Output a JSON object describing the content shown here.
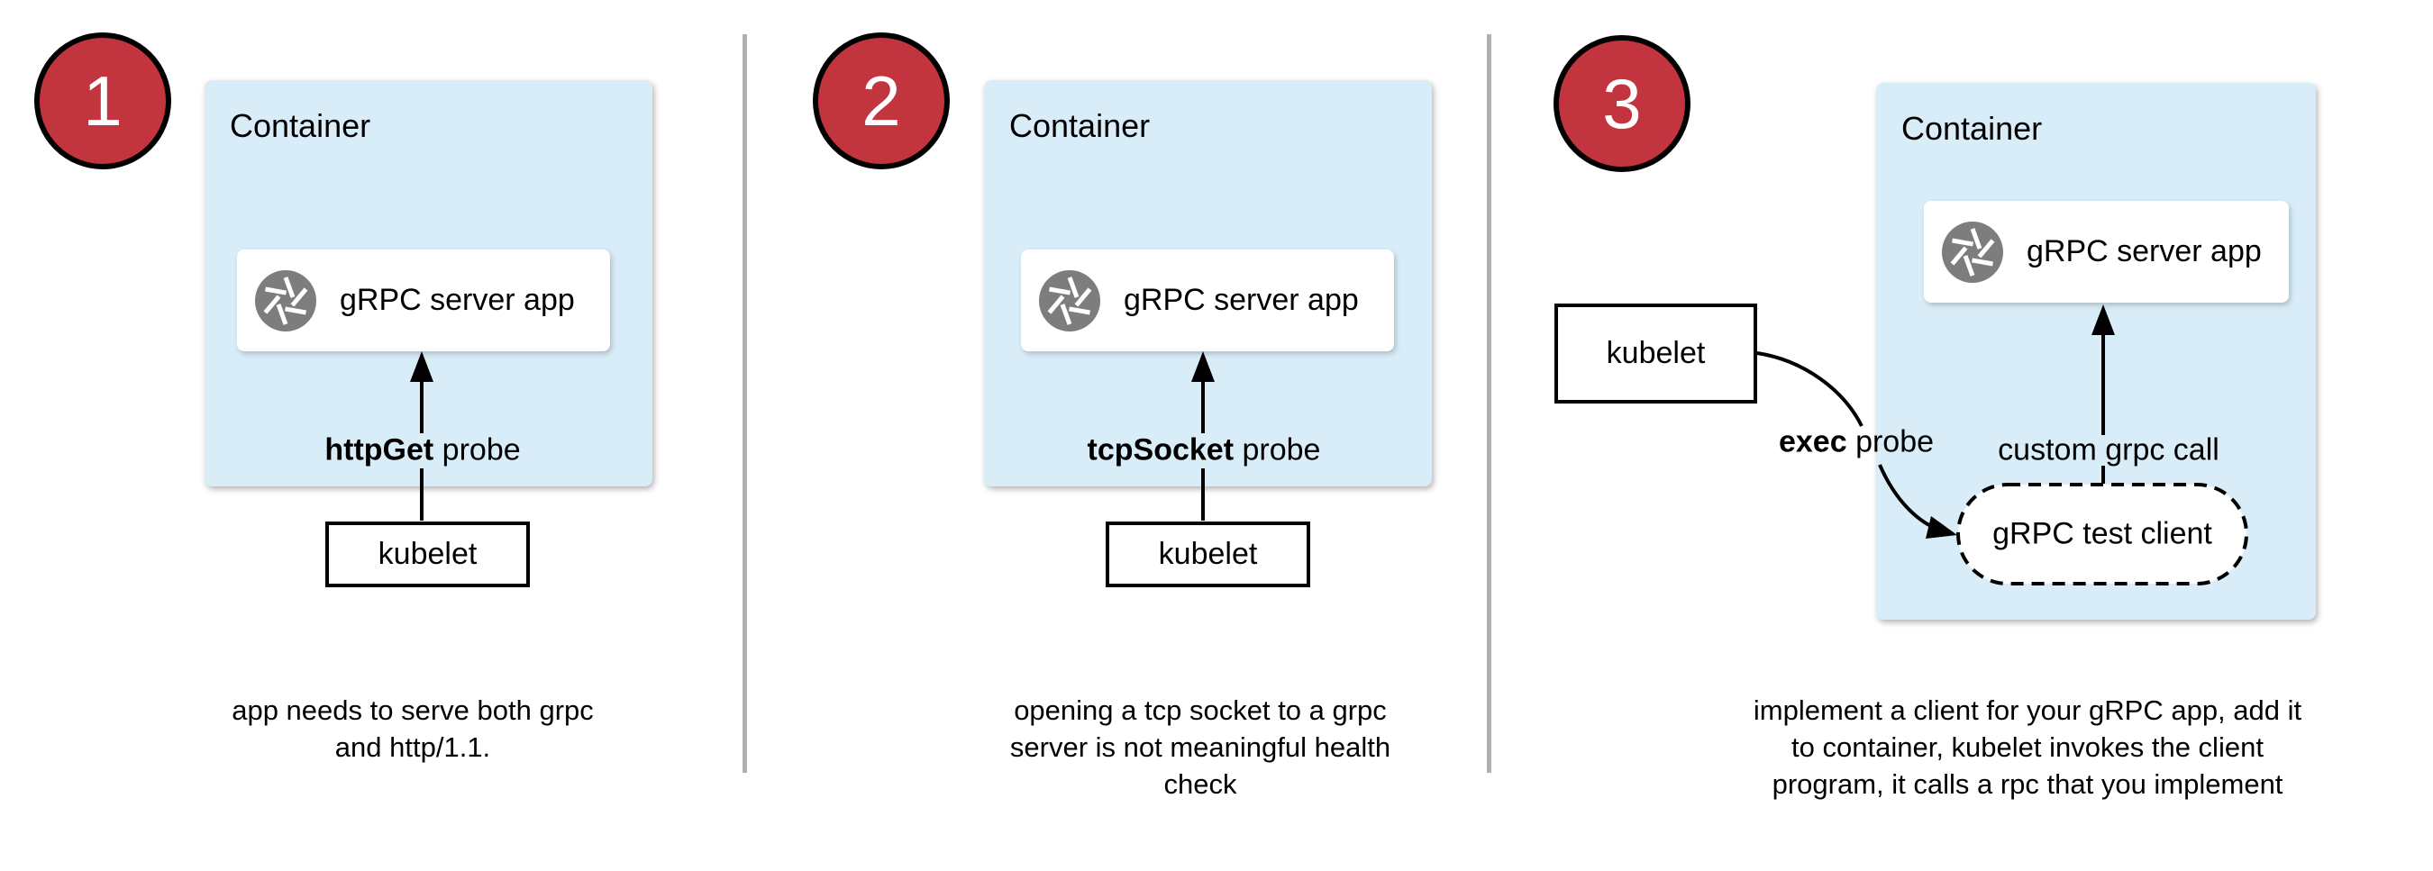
{
  "colors": {
    "container_fill": "#d9edf9",
    "badge_red": "#c2343e",
    "divider_gray": "#b0b0b0",
    "icon_gray": "#7d7d7d",
    "arrow_black": "#000000"
  },
  "panels": [
    {
      "number": "1",
      "container_label": "Container",
      "server_app": "gRPC server app",
      "app_icon": "aperture-icon",
      "probe_bold": "httpGet",
      "probe_rest": " probe",
      "kubelet": "kubelet",
      "caption_lines": [
        "app needs to serve both grpc",
        "and http/1.1."
      ]
    },
    {
      "number": "2",
      "container_label": "Container",
      "server_app": "gRPC server app",
      "app_icon": "aperture-icon",
      "probe_bold": "tcpSocket",
      "probe_rest": " probe",
      "kubelet": "kubelet",
      "caption_lines": [
        "opening a tcp socket to a grpc",
        "server is not meaningful health",
        "check"
      ]
    },
    {
      "number": "3",
      "container_label": "Container",
      "server_app": "gRPC server app",
      "app_icon": "aperture-icon",
      "probe_bold": "exec",
      "probe_rest": " probe",
      "kubelet": "kubelet",
      "custom_call": "custom grpc call",
      "test_client": "gRPC test client",
      "caption_lines": [
        "implement a client for your gRPC app, add it",
        "to container, kubelet invokes the client",
        "program, it calls a rpc that you implement"
      ]
    }
  ]
}
